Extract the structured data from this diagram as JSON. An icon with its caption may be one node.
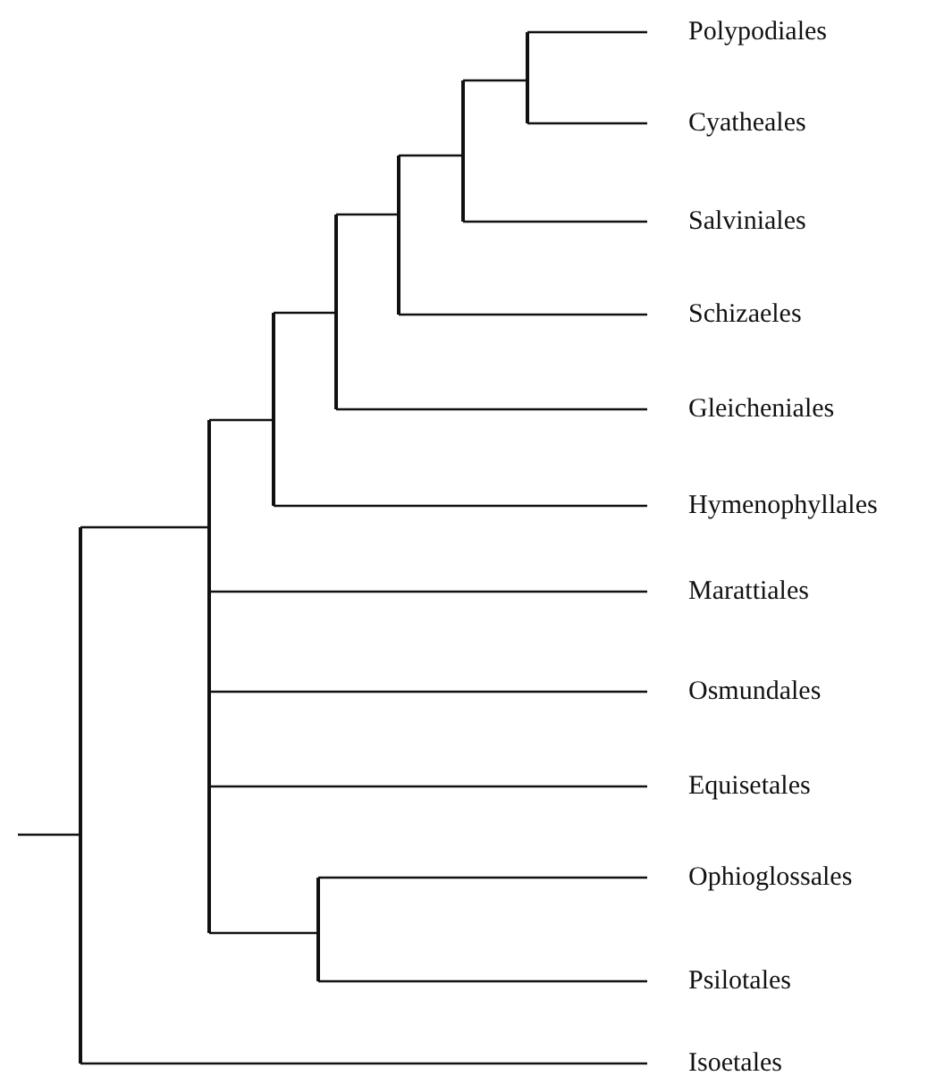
{
  "diagram": {
    "nodes": [
      {
        "text": [
          "Polypodiales"
        ]
      },
      {
        "text": [
          "Cyatheales"
        ]
      },
      {
        "text": [
          "Salviniales"
        ]
      },
      {
        "text": [
          "Schizaeles"
        ]
      },
      {
        "text": [
          "Gleicheniales"
        ]
      },
      {
        "text": [
          "Hymenophyllales"
        ]
      },
      {
        "text": [
          "Marattiales"
        ]
      },
      {
        "text": [
          "Osmundales"
        ]
      },
      {
        "text": [
          "Equisetales"
        ]
      },
      {
        "text": [
          "Ophioglossales"
        ]
      },
      {
        "text": [
          "Psilotales"
        ]
      },
      {
        "text": [
          "Isoetales"
        ]
      },
      {
        "text": [],
        "shape": "bar"
      },
      {
        "text": [],
        "shape": "bar"
      },
      {
        "text": [],
        "shape": "bar"
      },
      {
        "text": [],
        "shape": "bar"
      },
      {
        "text": [],
        "shape": "bar"
      },
      {
        "text": [],
        "shape": "bar"
      },
      {
        "text": [],
        "shape": "bar"
      },
      {
        "text": [],
        "shape": "bar"
      }
    ],
    "edges": [
      {
        "from": null,
        "to": 12,
        "arrow": "none"
      },
      {
        "from": 12,
        "to": 13,
        "arrow": "none"
      },
      {
        "from": 12,
        "to": 11,
        "arrow": "none"
      },
      {
        "from": 13,
        "to": 14,
        "arrow": "none"
      },
      {
        "from": 13,
        "to": 6,
        "arrow": "none"
      },
      {
        "from": 13,
        "to": 7,
        "arrow": "none"
      },
      {
        "from": 13,
        "to": 8,
        "arrow": "none"
      },
      {
        "from": 13,
        "to": 15,
        "arrow": "none"
      },
      {
        "from": 14,
        "to": 16,
        "arrow": "none"
      },
      {
        "from": 14,
        "to": 5,
        "arrow": "none"
      },
      {
        "from": 16,
        "to": 17,
        "arrow": "none"
      },
      {
        "from": 16,
        "to": 4,
        "arrow": "none"
      },
      {
        "from": 17,
        "to": 18,
        "arrow": "none"
      },
      {
        "from": 17,
        "to": 3,
        "arrow": "none"
      },
      {
        "from": 18,
        "to": 19,
        "arrow": "none"
      },
      {
        "from": 18,
        "to": 2,
        "arrow": "none"
      },
      {
        "from": 19,
        "to": 0,
        "arrow": "none"
      },
      {
        "from": 19,
        "to": 1,
        "arrow": "none"
      },
      {
        "from": 15,
        "to": 9,
        "arrow": "none"
      },
      {
        "from": 15,
        "to": 10,
        "arrow": "none"
      }
    ]
  }
}
